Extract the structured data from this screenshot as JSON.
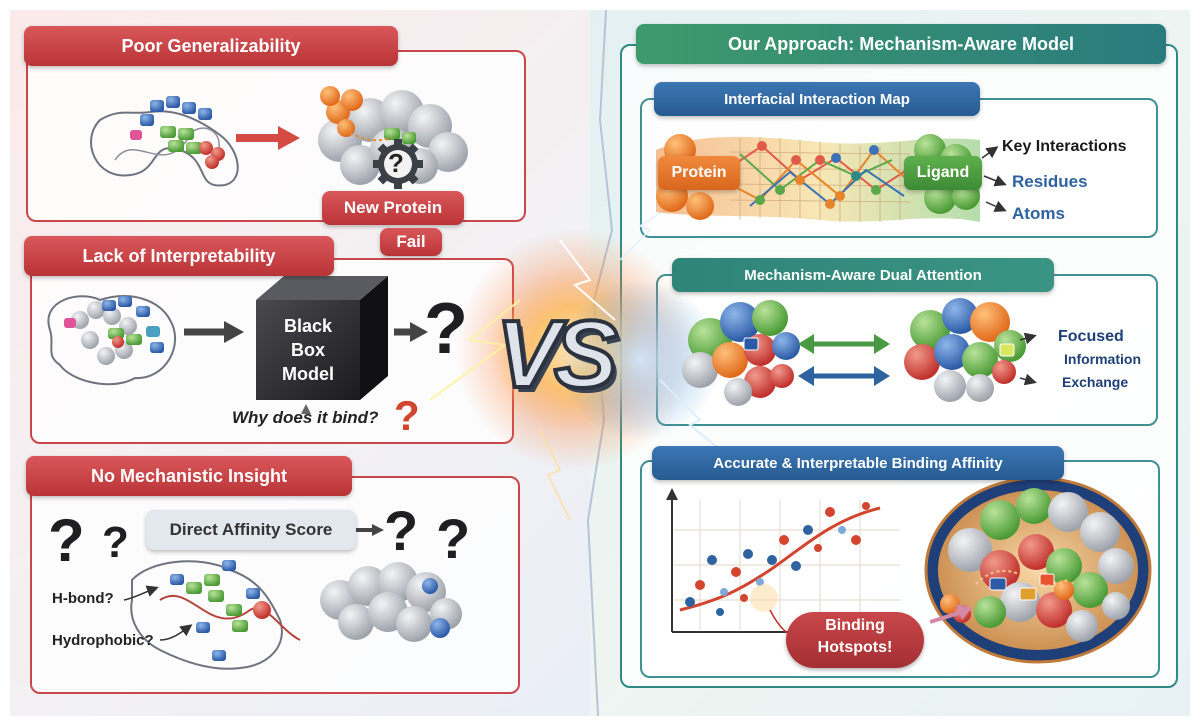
{
  "left": {
    "poor_generalizability": {
      "title": "Poor Generalizability",
      "new_protein": "New Protein",
      "fail": "Fail",
      "question": "?"
    },
    "lack_of_interpretability": {
      "title": "Lack of Interpretability",
      "black_box_line1": "Black",
      "black_box_line2": "Box",
      "black_box_line3": "Model",
      "why_bind": "Why does it bind?",
      "question": "?"
    },
    "no_mechanistic_insight": {
      "title": "No Mechanistic Insight",
      "direct_score": "Direct Affinity Score",
      "h_bond": "H-bond?",
      "hydrophobic": "Hydrophobic?",
      "question": "?"
    }
  },
  "vs": "VS",
  "right": {
    "title": "Our Approach: Mechanism-Aware Model",
    "interaction_map": {
      "title": "Interfacial Interaction Map",
      "protein": "Protein",
      "ligand": "Ligand",
      "key_interactions": "Key Interactions",
      "residues": "Residues",
      "atoms": "Atoms"
    },
    "dual_attention": {
      "title": "Mechanism-Aware Dual Attention",
      "focused": "Focused",
      "information": "Information",
      "exchange": "Exchange"
    },
    "binding_affinity": {
      "title": "Accurate & Interpretable Binding Affinity",
      "hotspots_line1": "Binding",
      "hotspots_line2": "Hotspots!"
    }
  },
  "colors": {
    "red_accent": "#c9474a",
    "teal_accent": "#2f8a86",
    "blue_accent": "#2f63a0",
    "orange": "#e8792a",
    "green": "#5aa84a"
  }
}
